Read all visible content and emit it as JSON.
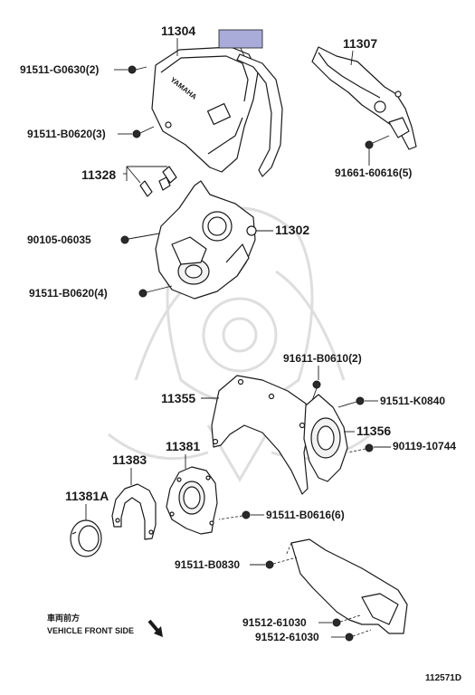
{
  "labels": {
    "p11304": "11304",
    "p91511_G0630": "91511-G0630(2)",
    "p11307": "11307",
    "p91511_B0620_3": "91511-B0620(3)",
    "p91661_60616": "91661-60616(5)",
    "p11328": "11328",
    "p90105_06035": "90105-06035",
    "p11302": "11302",
    "p91511_B0620_4": "91511-B0620(4)",
    "p91611_B0610": "91611-B0610(2)",
    "p11355": "11355",
    "p91511_K0840": "91511-K0840",
    "p11356": "11356",
    "p90119_10744": "90119-10744",
    "p11383": "11383",
    "p11381": "11381",
    "p11381A": "11381A",
    "p91511_B0616": "91511-B0616(6)",
    "p91511_B0830": "91511-B0830",
    "p91512_61030_a": "91512-61030",
    "p91512_61030_b": "91512-61030"
  },
  "direction": {
    "jp": "車両前方",
    "en": "VEHICLE FRONT SIDE"
  },
  "cover_mark": "YAMAHA",
  "diagram_ref": "112571D",
  "colors": {
    "highlight_box": "#a9acd9",
    "line": "#1a1a1a",
    "watermark": "#d6d6d6"
  }
}
